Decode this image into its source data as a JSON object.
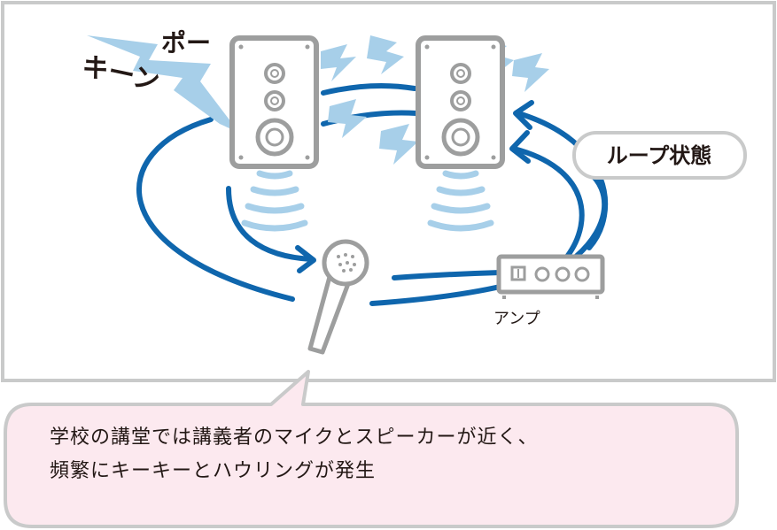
{
  "sound_effects": {
    "po": "ポー",
    "kin": "キーン"
  },
  "labels": {
    "loop_state": "ループ状態",
    "amp": "アンプ"
  },
  "caption": {
    "line1": "学校の講堂では講義者のマイクとスピーカーが近く、",
    "line2": "頻繁にキーキーとハウリングが発生"
  },
  "colors": {
    "loop_arrow": "#0f66ad",
    "sound_wave": "#a7cfe9",
    "device_gray": "#9d9e9e",
    "frame": "#c9caca",
    "callout_fill": "#fce9ef"
  },
  "icons": [
    "speaker-icon",
    "speaker-icon",
    "microphone-icon",
    "amplifier-icon",
    "lightning-icon",
    "sound-wave-icon"
  ]
}
